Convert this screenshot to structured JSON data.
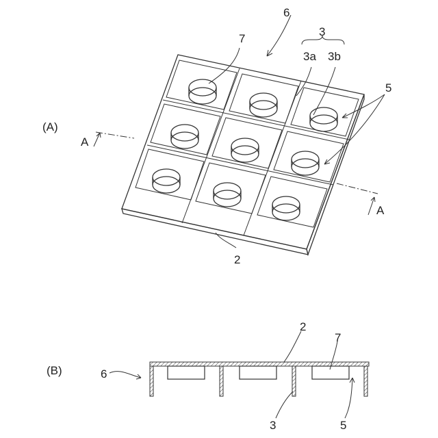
{
  "figure_a": {
    "panel_label": "(A)",
    "labels": {
      "tray": "6",
      "partition_group": "3",
      "partition_a": "3a",
      "partition_b": "3b",
      "cell": "5",
      "component": "7",
      "base": "2",
      "section_left": "A",
      "section_right": "A"
    }
  },
  "figure_b": {
    "panel_label": "(B)",
    "labels": {
      "tray": "6",
      "base": "2",
      "component": "7",
      "partition": "3",
      "cell": "5"
    }
  }
}
